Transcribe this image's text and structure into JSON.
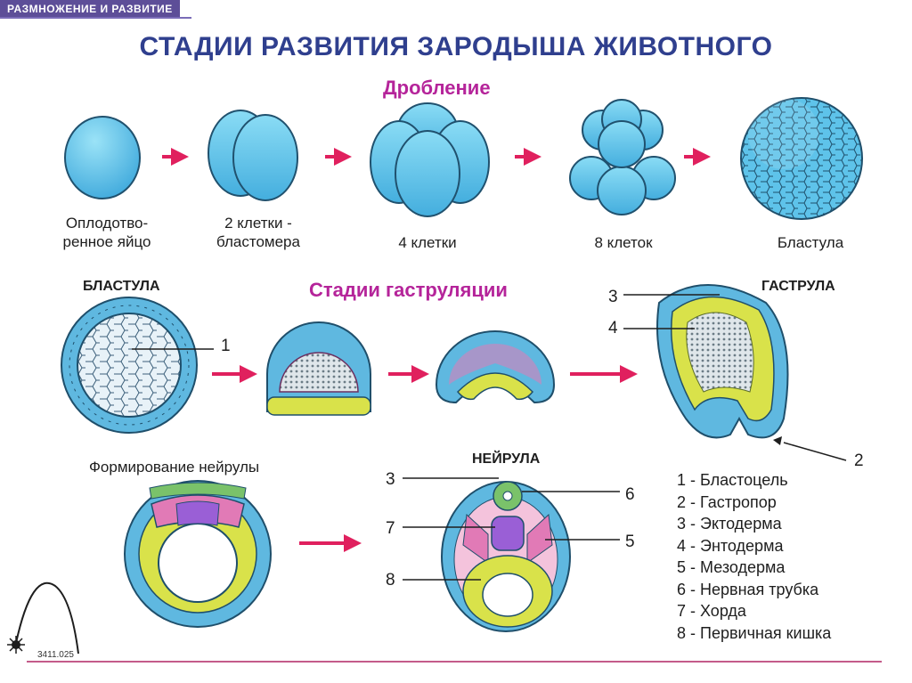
{
  "header": {
    "badge": "РАЗМНОЖЕНИЕ И РАЗВИТИЕ",
    "title": "СТАДИИ РАЗВИТИЯ ЗАРОДЫША ЖИВОТНОГО"
  },
  "sections": {
    "cleavage": "Дробление",
    "gastrulation": "Стадии гаструляции"
  },
  "cleavage_labels": {
    "zygote_line1": "Оплодотво-",
    "zygote_line2": "ренное яйцо",
    "two_line1": "2 клетки -",
    "two_line2": "бластомера",
    "four": "4 клетки",
    "eight": "8 клеток",
    "blastula": "Бластула"
  },
  "stage_headers": {
    "blastula": "БЛАСТУЛА",
    "gastrula": "ГАСТРУЛА",
    "neurula_form": "Формирование нейрулы",
    "neurula": "НЕЙРУЛА"
  },
  "numbers": {
    "n1": "1",
    "n2": "2",
    "n3": "3",
    "n4": "4",
    "n5": "5",
    "n6": "6",
    "n7": "7",
    "n8": "8"
  },
  "legend": [
    "1 - Бластоцель",
    "2 - Гастропор",
    "3 - Эктодерма",
    "4 - Энтодерма",
    "5 - Мезодерма",
    "6 - Нервная трубка",
    "7 - Хорда",
    "8 - Первичная кишка"
  ],
  "footer": {
    "code": "3411.025"
  },
  "colors": {
    "ectoderm": "#5fb8e0",
    "endoderm": "#d9e24a",
    "mesoderm": "#e17ab6",
    "notochord": "#9a5fd6",
    "neural": "#7ac26a",
    "arrow": "#e0205e",
    "title": "#2f3f8e"
  }
}
